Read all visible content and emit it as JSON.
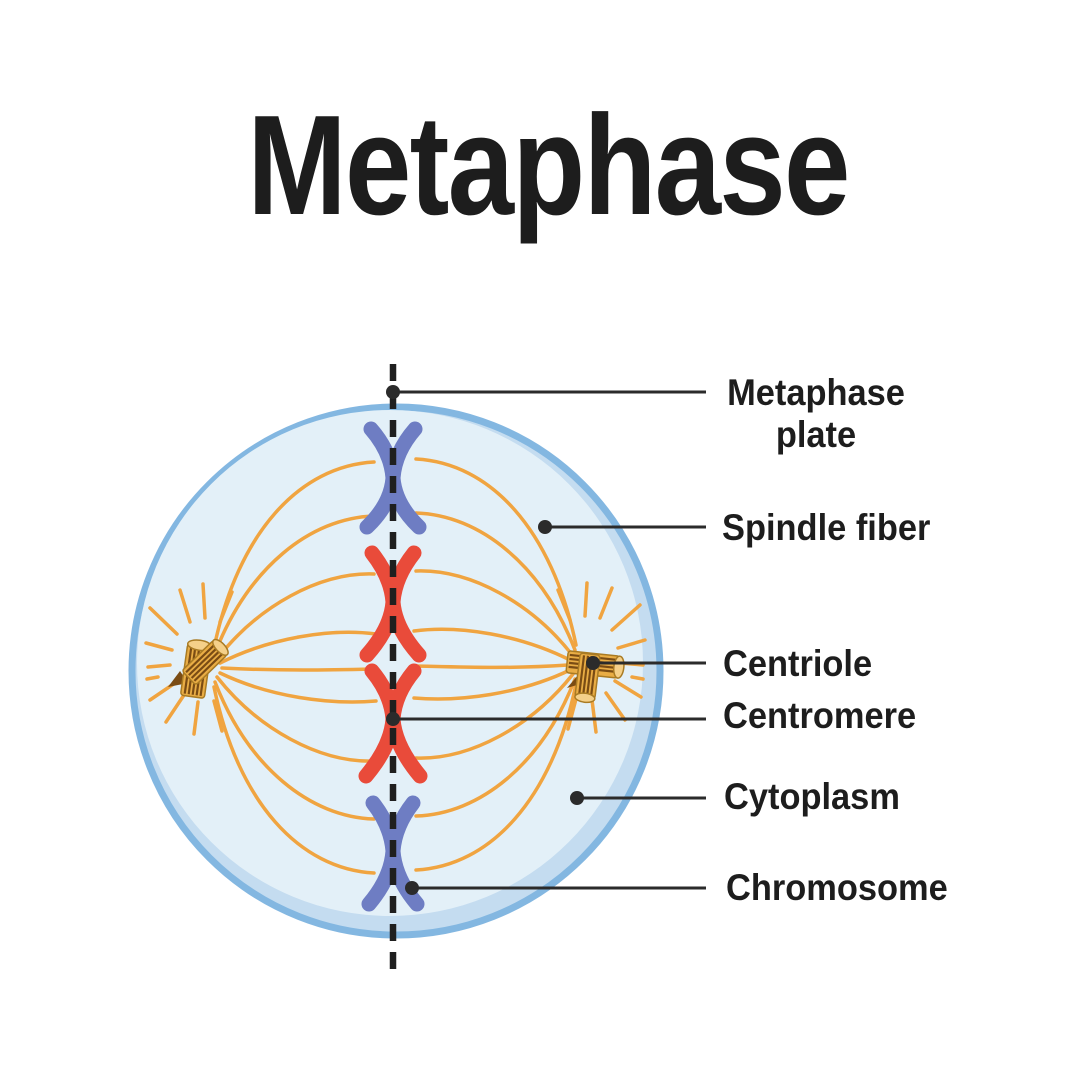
{
  "title": "Metaphase",
  "labels": {
    "metaphase_plate": {
      "line1": "Metaphase",
      "line2": "plate"
    },
    "spindle_fiber": "Spindle fiber",
    "centriole": "Centriole",
    "centromere": "Centromere",
    "cytoplasm": "Cytoplasm",
    "chromosome": "Chromosome"
  },
  "colors": {
    "ink": "#1d1d1d",
    "leader": "#2b2b2b",
    "plate-dash": "#1f1f1f",
    "cell-fill": "#e3f0f8",
    "cell-crescent": "#c4dcf0",
    "membrane": "#83b7e1",
    "fiber": "#f0a440",
    "chromosome-blue": "#6e7dc3",
    "chromosome-red": "#e94b3a",
    "centriole": "#e9ad45",
    "centriole-stripe": "#7a4c14",
    "centriole-cap": "#f5d089",
    "centriole-edge": "#a97b24"
  }
}
